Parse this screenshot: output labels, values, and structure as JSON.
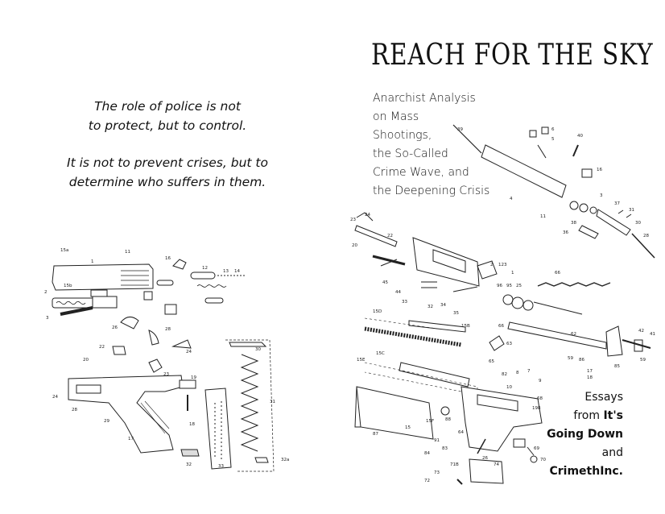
{
  "left_page": {
    "quote_line_1": "The role of police is not",
    "quote_line_2": "to protect, but to control.",
    "quote_line_3": "It is not to prevent crises, but to",
    "quote_line_4": "determine who suffers in them."
  },
  "right_page": {
    "title": "REACH FOR THE SKY",
    "subtitle_lines": [
      "Anarchist Analysis",
      "on Mass",
      "Shootings,",
      "the So-Called",
      "Crime Wave, and",
      "the Deepening Crisis"
    ],
    "essays_label": "Essays",
    "from_label": "from",
    "source_1": "It's",
    "source_1b": "Going Down",
    "and_label": "and",
    "source_2": "CrimethInc."
  },
  "illustrations": {
    "left_figure": "pistol-exploded-diagram",
    "right_figure": "rifle-exploded-diagram"
  }
}
